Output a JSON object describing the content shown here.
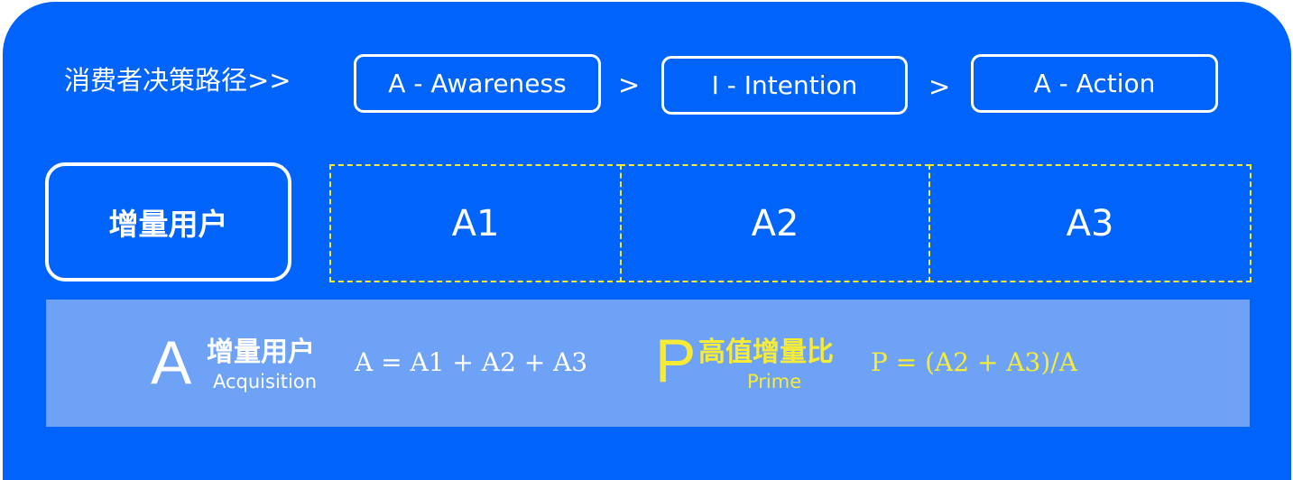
{
  "colors": {
    "panel": "#0064fa",
    "formula_bar": "#6ea2f6",
    "text": "#ffffff",
    "highlight": "#f6ec38"
  },
  "decision_path": {
    "label": "消费者决策路径>>",
    "stages": [
      {
        "label": "A - Awareness"
      },
      {
        "label": "I - Intention"
      },
      {
        "label": "A - Action"
      }
    ],
    "separators": [
      ">",
      ">"
    ]
  },
  "incremental_users": {
    "label": "增量用户",
    "segments": [
      "A1",
      "A2",
      "A3"
    ]
  },
  "formulas": {
    "acquisition": {
      "letter": "A",
      "name": "增量用户",
      "subtitle": "Acquisition",
      "expression": "A = A1 +  A2 +  A3"
    },
    "prime": {
      "letter": "P",
      "name": "高值增量比",
      "subtitle": "Prime",
      "expression": "P = (A2 + A3)/A"
    }
  }
}
